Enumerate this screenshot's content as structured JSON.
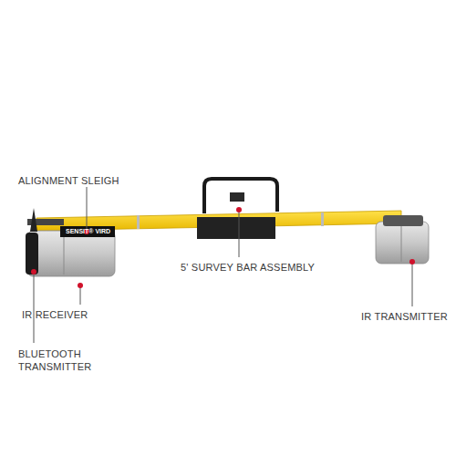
{
  "diagram": {
    "labels": [
      "ALIGNMENT SLEIGH",
      "SENSIT® VIRD",
      "5' SURVEY BAR ASSEMBLY",
      "IR RECEIVER",
      "IR TRANSMITTER",
      "BLUETOOTH TRANSMITTER"
    ]
  }
}
